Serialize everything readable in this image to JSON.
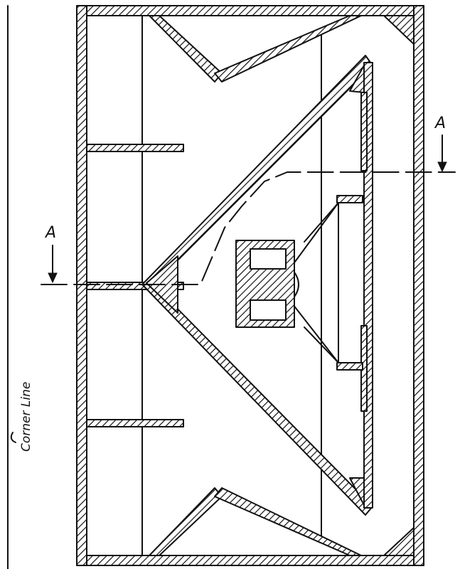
{
  "labels": {
    "section_mark_left": "A",
    "section_mark_right": "A",
    "corner_line": "Corner Line"
  }
}
